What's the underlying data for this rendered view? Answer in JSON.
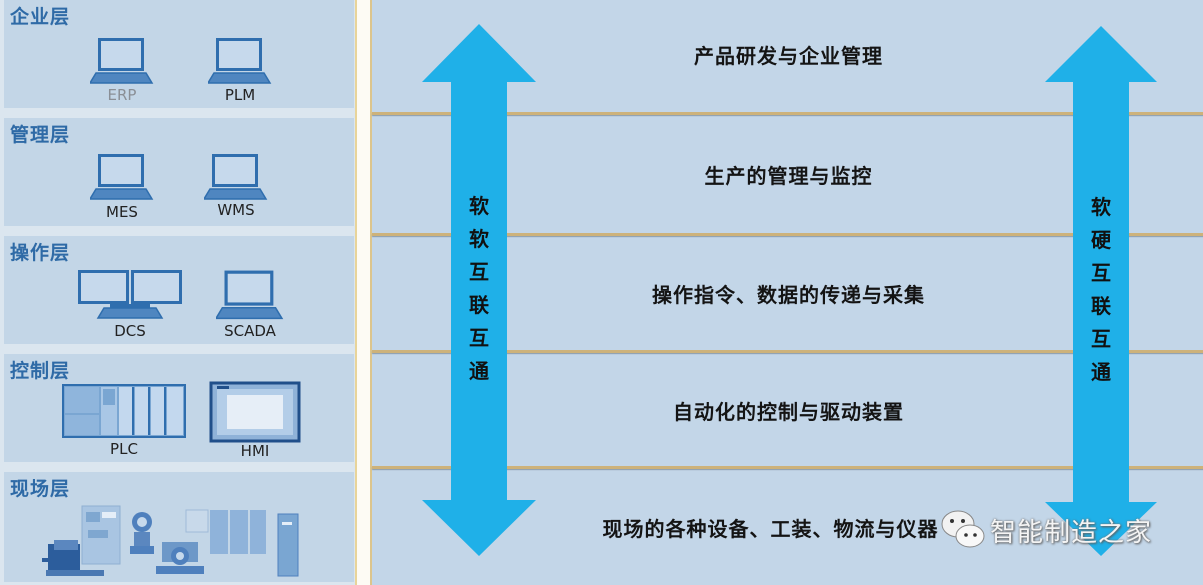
{
  "layers": [
    {
      "title": "企业层",
      "devices": [
        {
          "label": "ERP",
          "icon": "laptop-icon",
          "dim": true
        },
        {
          "label": "PLM",
          "icon": "laptop-icon"
        }
      ]
    },
    {
      "title": "管理层",
      "devices": [
        {
          "label": "MES",
          "icon": "laptop-icon"
        },
        {
          "label": "WMS",
          "icon": "laptop-icon"
        }
      ]
    },
    {
      "title": "操作层",
      "devices": [
        {
          "label": "DCS",
          "icon": "dual-monitor-icon"
        },
        {
          "label": "SCADA",
          "icon": "laptop-icon"
        }
      ]
    },
    {
      "title": "控制层",
      "devices": [
        {
          "label": "PLC",
          "icon": "plc-rack-icon"
        },
        {
          "label": "HMI",
          "icon": "hmi-panel-icon"
        }
      ]
    },
    {
      "title": "现场层",
      "devices": [
        {
          "label": "",
          "icon": "field-equipment-icon"
        }
      ]
    }
  ],
  "bands": [
    {
      "label": "产品研发与企业管理"
    },
    {
      "label": "生产的管理与监控"
    },
    {
      "label": "操作指令、数据的传递与采集"
    },
    {
      "label": "自动化的控制与驱动装置"
    },
    {
      "label": "现场的各种设备、工装、物流与仪器"
    }
  ],
  "arrows": {
    "left": {
      "text": [
        "软",
        "软",
        "互",
        "联",
        "互",
        "通"
      ],
      "color": "#1fb0e8"
    },
    "right": {
      "text": [
        "软",
        "硬",
        "互",
        "联",
        "互",
        "通"
      ],
      "color": "#1fb0e8"
    }
  },
  "watermark": {
    "text": "智能制造之家",
    "icon": "wechat-icon"
  },
  "colors": {
    "layer_bg": "#c3d6e7",
    "layer_title": "#2e6aa6",
    "divider": "#cdb27a",
    "arrow": "#1fb0e8"
  }
}
